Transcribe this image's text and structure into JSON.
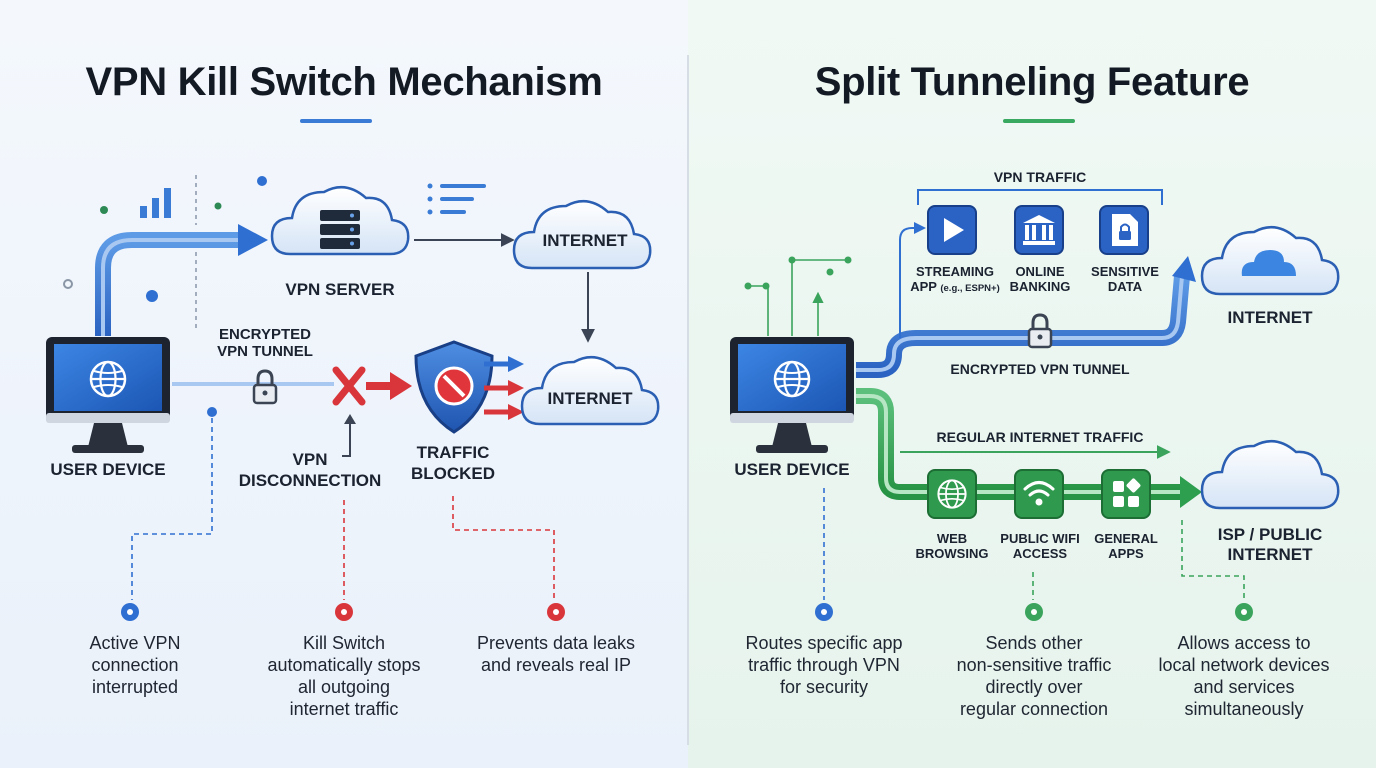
{
  "left": {
    "title": "VPN Kill Switch Mechanism",
    "labels": {
      "vpn_server": "VPN SERVER",
      "internet_top": "INTERNET",
      "internet_bottom": "INTERNET",
      "encrypted_tunnel": "ENCRYPTED\nVPN TUNNEL",
      "user_device": "USER DEVICE",
      "vpn_disconnection": "VPN\nDISCONNECTION",
      "traffic_blocked": "TRAFFIC\nBLOCKED"
    },
    "notes": [
      "Active VPN\nconnection\ninterrupted",
      "Kill Switch\nautomatically stops\nall outgoing\ninternet traffic",
      "Prevents data leaks\nand reveals real IP"
    ]
  },
  "right": {
    "title": "Split Tunneling Feature",
    "labels": {
      "vpn_traffic": "VPN TRAFFIC",
      "streaming_app": "STREAMING\nAPP",
      "streaming_example": "(e.g., ESPN+)",
      "online_banking": "ONLINE\nBANKING",
      "sensitive_data": "SENSITIVE\nDATA",
      "internet": "INTERNET",
      "encrypted_tunnel": "ENCRYPTED VPN TUNNEL",
      "user_device": "USER DEVICE",
      "regular_traffic": "REGULAR INTERNET TRAFFIC",
      "web_browsing": "WEB\nBROWSING",
      "public_wifi": "PUBLIC WIFI\nACCESS",
      "general_apps": "GENERAL\nAPPS",
      "isp_internet": "ISP / PUBLIC\nINTERNET"
    },
    "notes": [
      "Routes specific app\ntraffic through VPN\nfor security",
      "Sends other\nnon-sensitive traffic\ndirectly over\nregular connection",
      "Allows access to\nlocal network devices\nand services\nsimultaneously"
    ]
  },
  "colors": {
    "blue": "#2f6fd1",
    "light_blue": "#cfe0f7",
    "green": "#2e9e4f",
    "red": "#d9363b",
    "dark": "#141a24"
  },
  "icons": [
    "globe-icon",
    "server-icon",
    "lock-icon",
    "x-icon",
    "shield-icon",
    "no-entry-icon",
    "cloud-icon",
    "play-icon",
    "bank-icon",
    "secure-file-icon",
    "wifi-icon",
    "apps-icon",
    "signal-bars-icon"
  ]
}
